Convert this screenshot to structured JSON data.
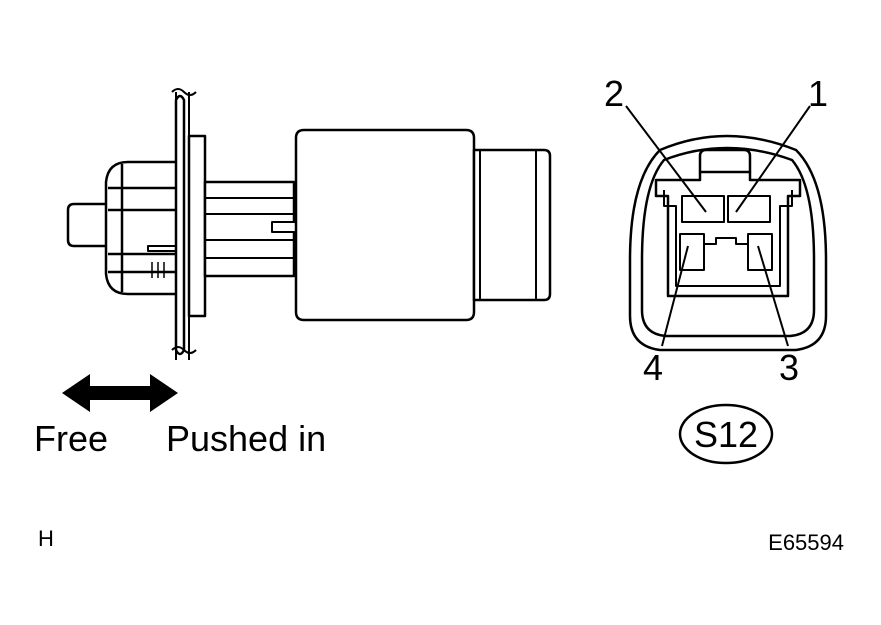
{
  "switch": {
    "free_label": "Free",
    "pushed_label": "Pushed in"
  },
  "connector": {
    "pins": {
      "pin1": "1",
      "pin2": "2",
      "pin3": "3",
      "pin4": "4"
    },
    "code": "S12"
  },
  "corner_letter": "H",
  "figure_id": "E65594"
}
